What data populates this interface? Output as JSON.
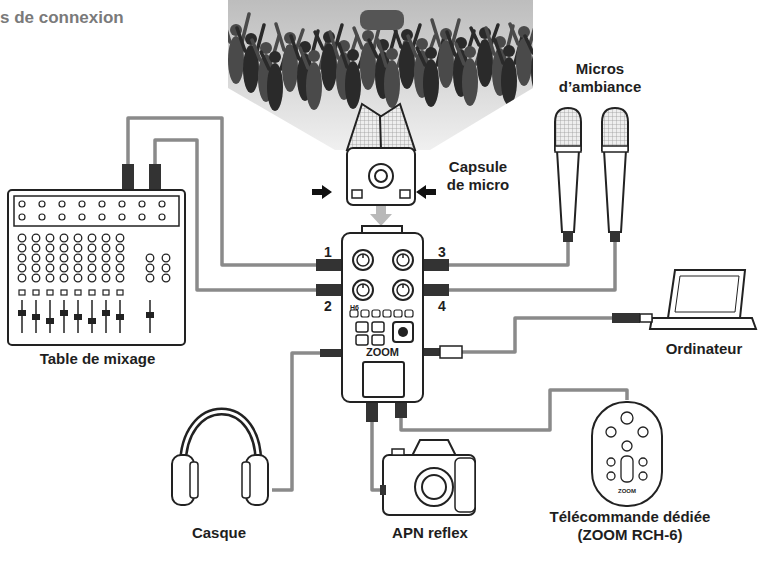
{
  "diagram": {
    "title": "s de connexion",
    "nodes": [
      {
        "text": [
          "Capsule de micro"
        ]
      },
      {
        "text": [
          "Table de mixage"
        ]
      },
      {
        "text": [
          "Micros d’ambiance"
        ]
      },
      {
        "text": [
          "H6",
          "ZOOM"
        ]
      },
      {
        "text": [
          "Ordinateur"
        ]
      },
      {
        "text": [
          "Casque"
        ]
      },
      {
        "text": [
          "APN reflex"
        ]
      },
      {
        "text": [
          "Télécommande dédiée (ZOOM RCH-6)"
        ]
      }
    ],
    "edges": [
      {
        "from": 0,
        "to": 3,
        "arrow": "to"
      },
      {
        "from": 1,
        "to": 3,
        "arrow": "none"
      },
      {
        "from": 1,
        "to": 3,
        "arrow": "none"
      },
      {
        "from": 2,
        "to": 3,
        "arrow": "none"
      },
      {
        "from": 2,
        "to": 3,
        "arrow": "none"
      },
      {
        "from": 3,
        "to": 4,
        "arrow": "none"
      },
      {
        "from": 3,
        "to": 5,
        "arrow": "none"
      },
      {
        "from": 3,
        "to": 6,
        "arrow": "none"
      },
      {
        "from": 3,
        "to": 7,
        "arrow": "none"
      }
    ],
    "labels": [
      "1",
      "2",
      "3",
      "4",
      "ZOOM"
    ]
  }
}
